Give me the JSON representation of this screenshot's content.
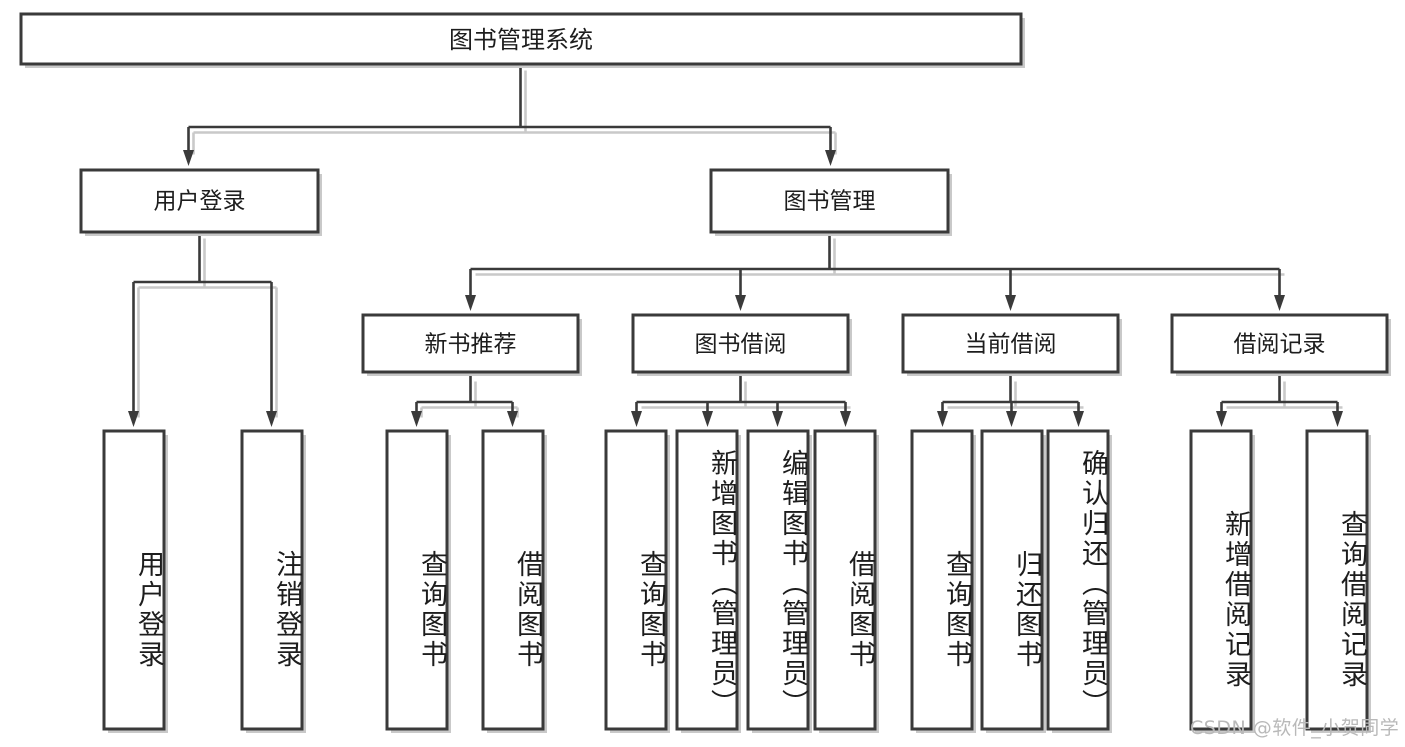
{
  "diagram": {
    "type": "tree",
    "title": "图书管理系统",
    "watermark": "CSDN @软件_小贺同学",
    "colors": {
      "box_stroke": "#3a3a3a",
      "box_fill": "#ffffff",
      "connector": "#3a3a3a",
      "shadow": "#c9c9c9",
      "text": "#1d1d1d",
      "watermark": "#b9b9b9",
      "background": "#ffffff"
    },
    "root": {
      "label": "图书管理系统"
    },
    "level2": [
      {
        "id": "user-login",
        "label": "用户登录"
      },
      {
        "id": "book-manage",
        "label": "图书管理"
      }
    ],
    "level3": [
      {
        "id": "new-book-recommend",
        "label": "新书推荐",
        "parent": "book-manage"
      },
      {
        "id": "book-borrow",
        "label": "图书借阅",
        "parent": "book-manage"
      },
      {
        "id": "current-borrow",
        "label": "当前借阅",
        "parent": "book-manage"
      },
      {
        "id": "borrow-record",
        "label": "借阅记录",
        "parent": "book-manage"
      }
    ],
    "leaves": [
      {
        "id": "leaf-1",
        "label": "用户登录",
        "parent": "user-login"
      },
      {
        "id": "leaf-2",
        "label": "注销登录",
        "parent": "user-login"
      },
      {
        "id": "leaf-3",
        "label": "查询图书",
        "parent": "new-book-recommend"
      },
      {
        "id": "leaf-4",
        "label": "借阅图书",
        "parent": "new-book-recommend"
      },
      {
        "id": "leaf-5",
        "label": "查询图书",
        "parent": "book-borrow"
      },
      {
        "id": "leaf-6",
        "label": "新增图书（管理员）",
        "parent": "book-borrow"
      },
      {
        "id": "leaf-7",
        "label": "编辑图书（管理员）",
        "parent": "book-borrow"
      },
      {
        "id": "leaf-8",
        "label": "借阅图书",
        "parent": "book-borrow"
      },
      {
        "id": "leaf-9",
        "label": "查询图书",
        "parent": "current-borrow"
      },
      {
        "id": "leaf-10",
        "label": "归还图书",
        "parent": "current-borrow"
      },
      {
        "id": "leaf-11",
        "label": "确认归还（管理员）",
        "parent": "current-borrow"
      },
      {
        "id": "leaf-12",
        "label": "新增借阅记录",
        "parent": "borrow-record"
      },
      {
        "id": "leaf-13",
        "label": "查询借阅记录",
        "parent": "borrow-record"
      }
    ]
  }
}
